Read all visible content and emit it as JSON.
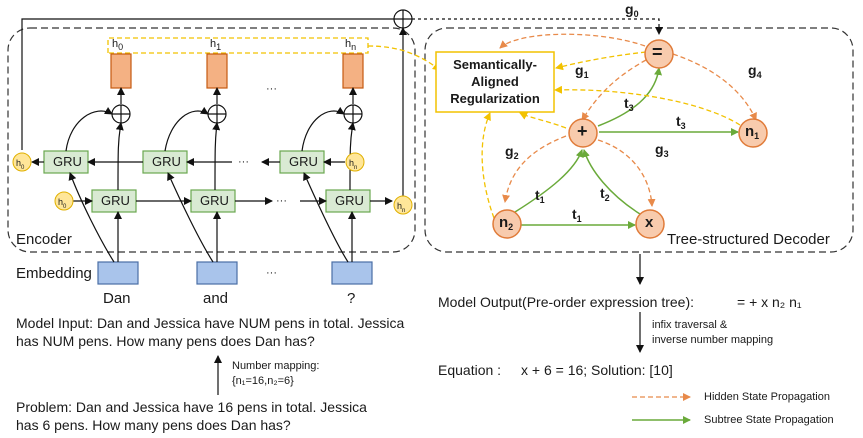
{
  "encoder": {
    "title": "Encoder",
    "gru_label": "GRU",
    "hidden_labels": [
      "h",
      "h",
      "h"
    ],
    "hidden_subs": [
      "0",
      "1",
      "n"
    ],
    "ellipsis": "···",
    "embedding_label": "Embedding",
    "words": [
      "Dan",
      "and",
      "?"
    ],
    "init_states": {
      "back_left": "h",
      "back_left_sub": "0",
      "fwd_left": "h",
      "fwd_left_sub": "0",
      "back_right": "h",
      "back_right_sub": "n",
      "fwd_right": "h",
      "fwd_right_sub": "n"
    }
  },
  "regularization": {
    "lines": [
      "Semantically-",
      "Aligned",
      "Regularization"
    ]
  },
  "decoder": {
    "title": "Tree-structured Decoder",
    "nodes": {
      "root": "=",
      "plus": "+",
      "n1": "n",
      "n1_sub": "1",
      "n2": "n",
      "n2_sub": "2",
      "x": "x"
    },
    "g_labels": [
      {
        "base": "g",
        "sub": "0"
      },
      {
        "base": "g",
        "sub": "1"
      },
      {
        "base": "g",
        "sub": "2"
      },
      {
        "base": "g",
        "sub": "3"
      },
      {
        "base": "g",
        "sub": "4"
      }
    ],
    "t_labels": [
      {
        "base": "t",
        "sub": "3"
      },
      {
        "base": "t",
        "sub": "3"
      },
      {
        "base": "t",
        "sub": "1"
      },
      {
        "base": "t",
        "sub": "1"
      },
      {
        "base": "t",
        "sub": "2"
      }
    ]
  },
  "model_input": {
    "line1": "Model Input: Dan and Jessica have NUM pens in total. Jessica",
    "line2": "has NUM pens. How many pens does Dan has?"
  },
  "number_mapping": {
    "title": "Number mapping:",
    "value": "{n₁=16,n₂=6}"
  },
  "problem": {
    "line1": "Problem: Dan and Jessica have 16 pens in total. Jessica",
    "line2": "has 6 pens. How many pens does Dan has?"
  },
  "model_output": {
    "label": "Model Output(Pre-order expression tree):",
    "expression": "= + x n₂ n₁"
  },
  "traversal": {
    "line1": "infix traversal  &",
    "line2": "inverse number mapping"
  },
  "equation": {
    "label": "Equation :",
    "value": "x + 6 = 16; Solution: [10]"
  },
  "legend": {
    "hidden": "Hidden State Propagation",
    "subtree": "Subtree State Propagation",
    "hidden_color": "#e88a4a",
    "subtree_color": "#6aaa3a"
  },
  "colors": {
    "gru_fill": "#d9ead3",
    "gru_stroke": "#6aa84f",
    "hidden_fill": "#f4b183",
    "hidden_stroke": "#c55a11",
    "embed_fill": "#a9c4eb",
    "embed_stroke": "#4a6fa5",
    "node_fill": "#f8cbad",
    "node_stroke": "#e07b39",
    "reg_stroke": "#f2c200",
    "init_fill": "#ffe699"
  }
}
